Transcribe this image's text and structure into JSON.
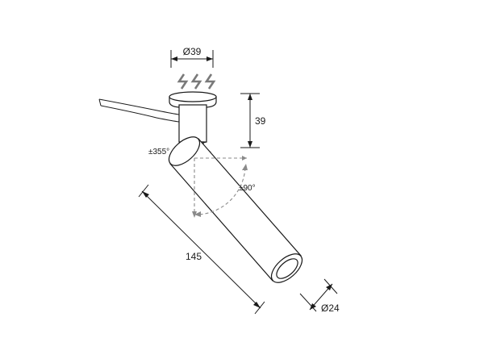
{
  "dimensions": {
    "mount_diameter": "Ø39",
    "mount_height": "39",
    "tube_length": "145",
    "tube_diameter": "Ø24",
    "rotation_range": "±355°",
    "tilt_range": "±90°"
  },
  "colors": {
    "line": "#1a1a1a",
    "dashed_guide": "#8a8a8a",
    "voltage_symbol": "#7a7a7a",
    "background": "#ffffff"
  },
  "icons": {
    "voltage_symbol": "lightning-bolt-icon"
  }
}
